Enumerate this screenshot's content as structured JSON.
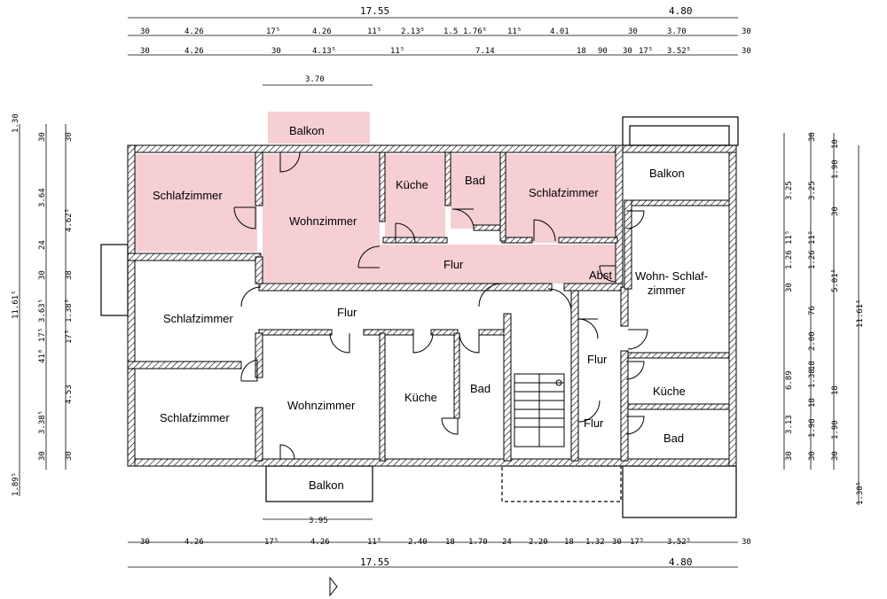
{
  "colors": {
    "highlight": "#f5cfd3",
    "wall": "#000000",
    "background": "#ffffff"
  },
  "rooms": {
    "balkon_top": "Balkon",
    "schlafzimmer_top": "Schlafzimmer",
    "wohnzimmer_top": "Wohnzimmer",
    "kueche_top": "Küche",
    "bad_top": "Bad",
    "schlafzimmer_top_right": "Schlafzimmer",
    "flur_top": "Flur",
    "abst": "Abst",
    "schlafzimmer_mid": "Schlafzimmer",
    "flur_mid": "Flur",
    "schlafzimmer_low": "Schlafzimmer",
    "wohnzimmer_low": "Wohnzimmer",
    "kueche_low": "Küche",
    "bad_low": "Bad",
    "balkon_bottom": "Balkon",
    "balkon_right": "Balkon",
    "wohn_schlaf_1": "Wohn- Schlaf-",
    "wohn_schlaf_2": "zimmer",
    "flur_right_1": "Flur",
    "flur_right_2": "Flur",
    "kueche_right": "Küche",
    "bad_right": "Bad"
  },
  "dims_top": {
    "total": "17.55",
    "right_total": "4.80",
    "row1": [
      "30",
      "4.26",
      "17⁵",
      "4.26",
      "11⁵",
      "2.13⁵",
      "1.5",
      "1.76⁵",
      "11⁵",
      "4.01",
      "30",
      "3.70",
      "30"
    ],
    "row2": [
      "30",
      "4.26",
      "30",
      "4.13⁵",
      "11⁵",
      "7.14",
      "18",
      "90",
      "30",
      "17⁵",
      "3.52⁵",
      "30"
    ],
    "sub": "3.70"
  },
  "dims_bottom": {
    "row": [
      "30",
      "4.26",
      "17⁵",
      "4.26",
      "11⁵",
      "2.40",
      "18",
      "1.70",
      "24",
      "2.20",
      "18",
      "1.32",
      "30",
      "17⁵",
      "3.52⁵",
      "30"
    ],
    "total": "17.55",
    "right_total": "4.80",
    "sub": "3.95"
  },
  "dims_left": {
    "outer": [
      "1.30",
      "11.61⁵",
      "1.89⁵"
    ],
    "col1": [
      "30",
      "3.64",
      "24",
      "30",
      "3.63⁵",
      "17⁵",
      "41⁸",
      "3.38⁵",
      "30"
    ],
    "col2": [
      "30",
      "4.62⁵",
      "38",
      "1.38⁵",
      "17⁵",
      "4.53",
      "30"
    ]
  },
  "dims_right": {
    "outer": [
      "11.61⁵",
      "1.30⁵"
    ],
    "col1": [
      "3.25",
      "11⁵",
      "1.26",
      "30",
      "6.89",
      "3.13",
      "30"
    ],
    "col2": [
      "30",
      "3.25",
      "11⁵",
      "1.26",
      "76",
      "2.00",
      "18",
      "1.38",
      "18",
      "1.98",
      "30"
    ],
    "col3": [
      "10",
      "1.90",
      "30",
      "5.01⁵",
      "18",
      "1.90",
      "30"
    ]
  }
}
